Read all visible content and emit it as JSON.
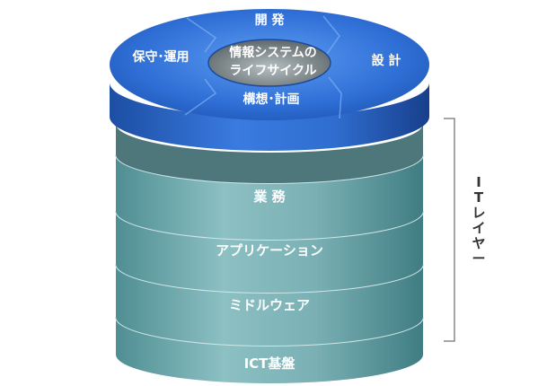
{
  "diagram": {
    "top_ring_labels": {
      "top": "開 発",
      "left": "保守･運用",
      "right": "設 計",
      "bottom": "構想･計画"
    },
    "center_label_lines": [
      "情報システムの",
      "ライフサイクル"
    ],
    "layers": [
      "業 務",
      "アプリケーション",
      "ミドルウェア",
      "ICT基盤"
    ],
    "bracket_label_chars": [
      "I",
      "T",
      "レ",
      "イ",
      "ヤ",
      "ー"
    ],
    "colors": {
      "top_blue": "#2e6fd1",
      "top_blue_dark": "#1f4fa8",
      "layer_teal": "#7fb2b6",
      "layer_teal_dark": "#4d8c91",
      "hole_gray": "#7c8486"
    }
  }
}
